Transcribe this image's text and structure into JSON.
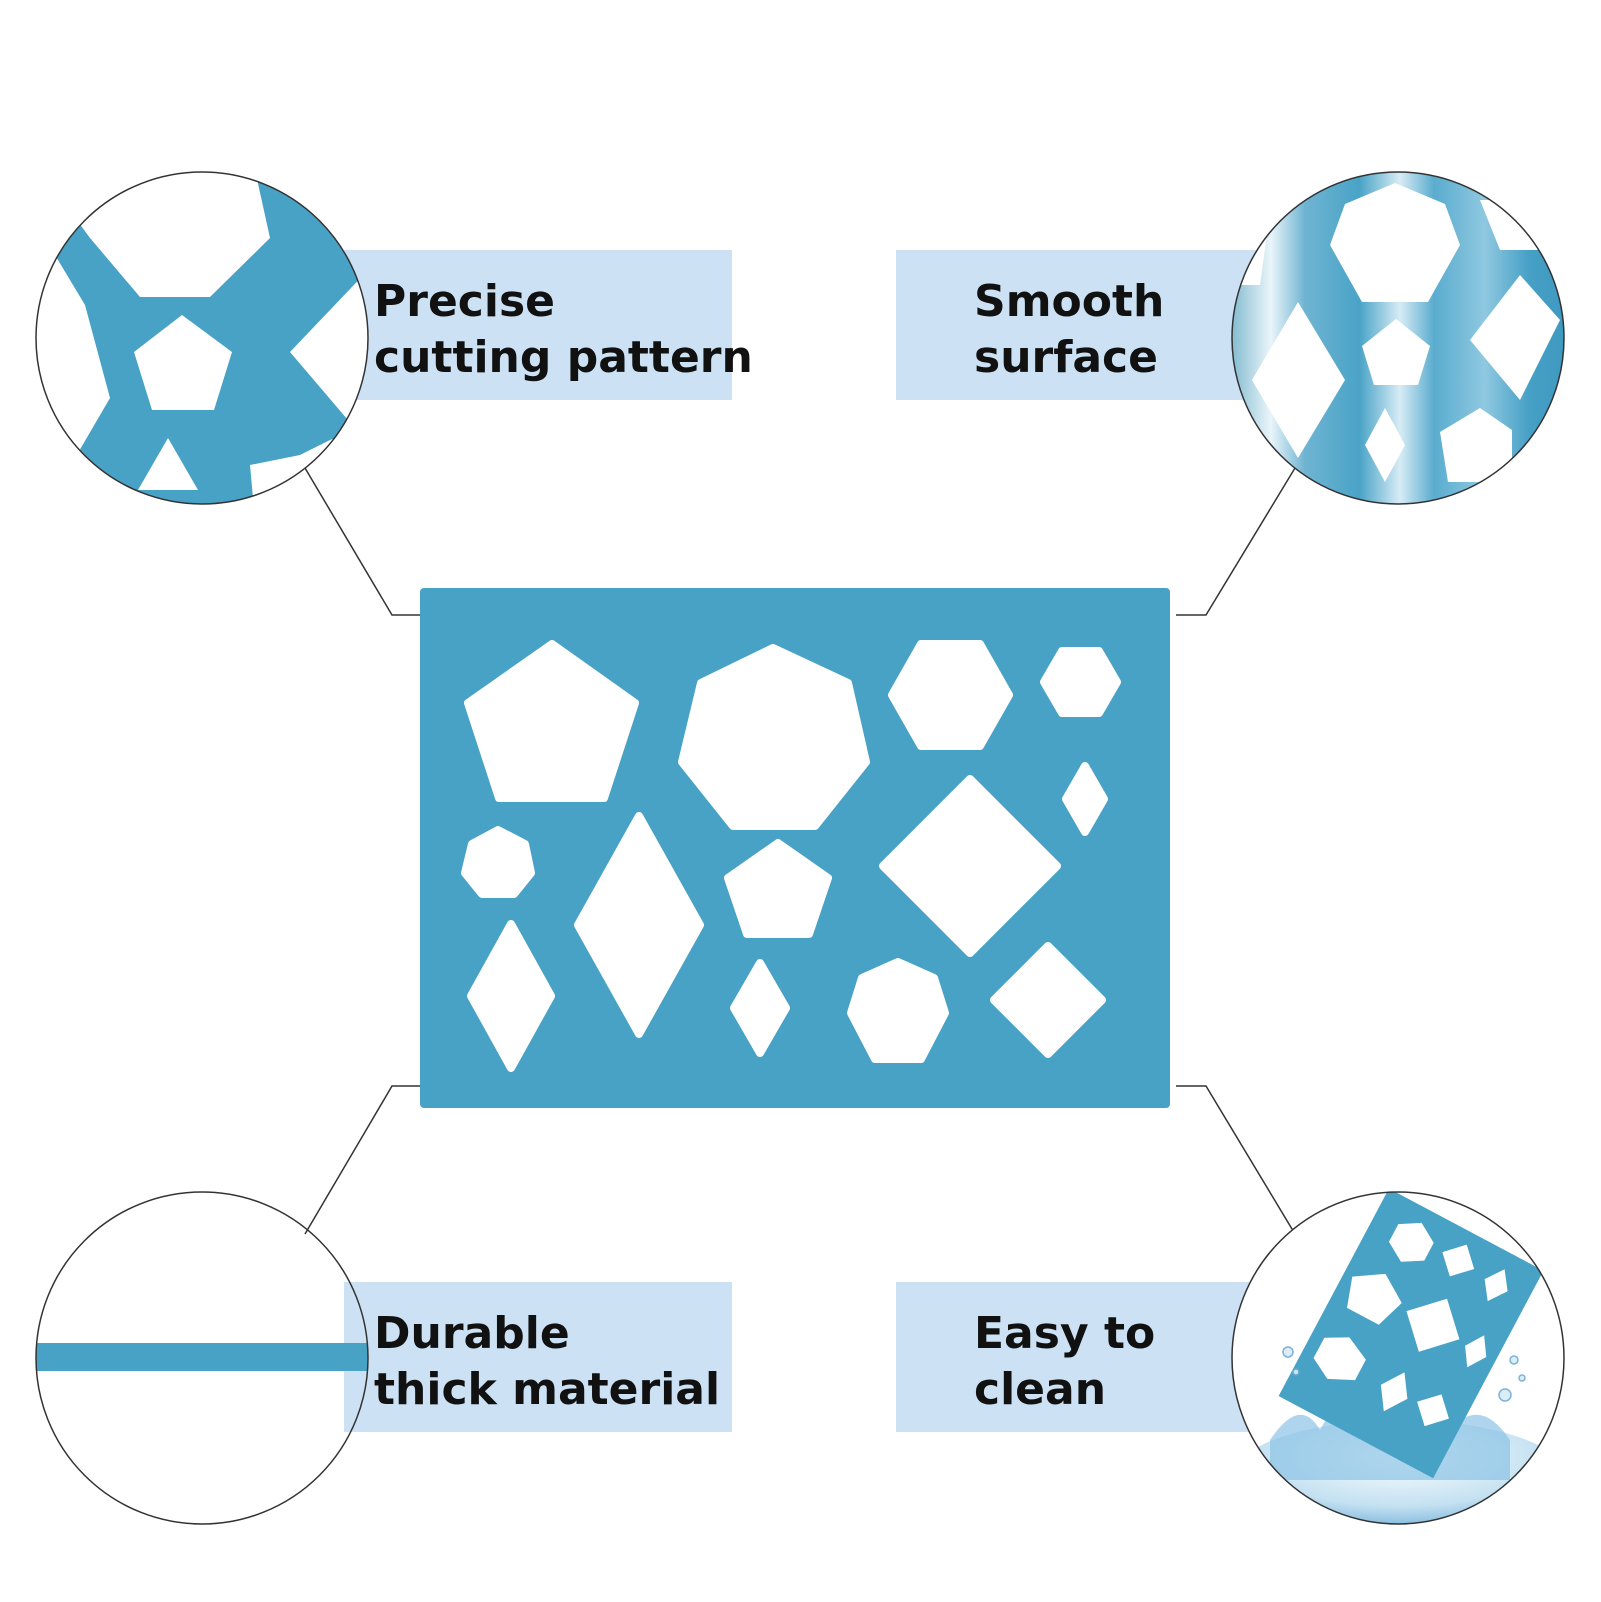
{
  "colors": {
    "stencil_blue": "#48a2c6",
    "label_bg": "#cce2f4",
    "text": "#111111",
    "line": "#333333"
  },
  "features": [
    {
      "position": "top-left",
      "lines": [
        "Precise",
        "cutting pattern"
      ],
      "icon": "zoom-precise-cut-icon"
    },
    {
      "position": "top-right",
      "lines": [
        "Smooth",
        "surface"
      ],
      "icon": "zoom-smooth-surface-icon"
    },
    {
      "position": "bottom-left",
      "lines": [
        "Durable",
        "thick material"
      ],
      "icon": "zoom-thick-material-icon"
    },
    {
      "position": "bottom-right",
      "lines": [
        "Easy to",
        "clean"
      ],
      "icon": "zoom-water-splash-icon"
    }
  ]
}
